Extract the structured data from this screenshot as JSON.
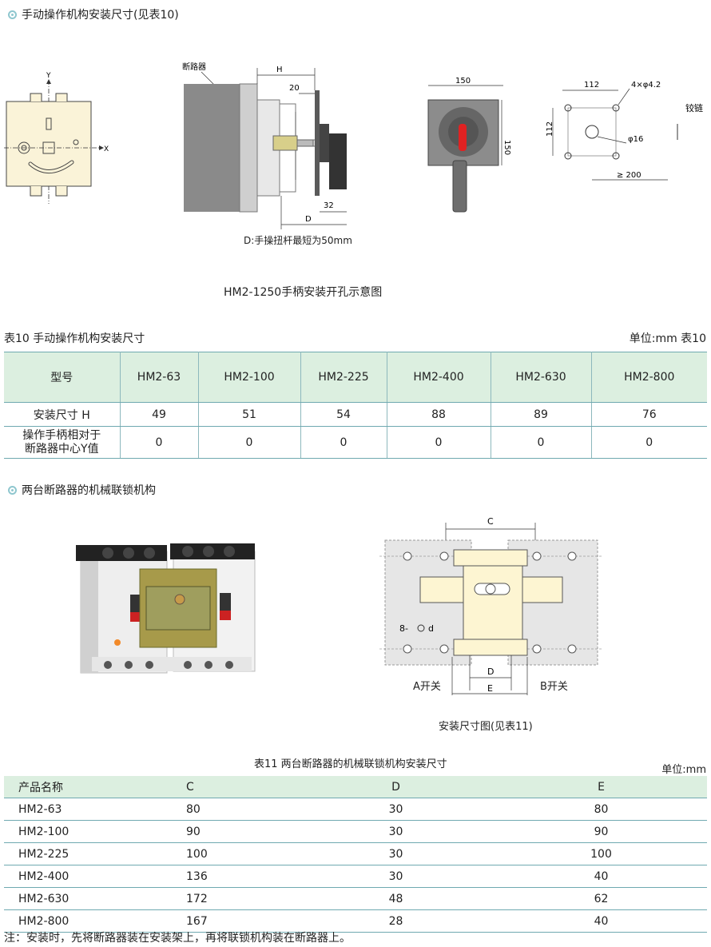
{
  "section1": {
    "title": "手动操作机构安装尺寸(见表10)"
  },
  "diagram1": {
    "label_breaker": "断路器",
    "label_h": "H",
    "label_20": "20",
    "label_32": "32",
    "label_d": "D",
    "note": "D:手操扭杆最短为50mm",
    "axis_x": "X",
    "axis_y": "Y",
    "dim_150_w": "150",
    "dim_150_h": "150",
    "dim_112_w": "112",
    "dim_112_h": "112",
    "holes": "4×φ4.2",
    "phi16": "φ16",
    "ge200": "≥ 200",
    "hinge": "铰链",
    "caption": "HM2-1250手柄安装开孔示意图"
  },
  "table10": {
    "title": "表10 手动操作机构安装尺寸",
    "unit": "单位:mm 表10",
    "header": [
      "型号",
      "HM2-63",
      "HM2-100",
      "HM2-225",
      "HM2-400",
      "HM2-630",
      "HM2-800"
    ],
    "rows": [
      [
        "安装尺寸 H",
        "49",
        "51",
        "54",
        "88",
        "89",
        "76"
      ],
      [
        "操作手柄相对于\n断路器中心Y值",
        "0",
        "0",
        "0",
        "0",
        "0",
        "0"
      ]
    ]
  },
  "section2": {
    "title": "两台断路器的机械联锁机构"
  },
  "diagram2": {
    "label_c": "C",
    "label_d": "D",
    "label_e": "E",
    "label_8d": "8-",
    "label_d_small": "d",
    "switch_a": "A开关",
    "switch_b": "B开关",
    "caption": "安装尺寸图(见表11)"
  },
  "table11": {
    "title": "表11 两台断路器的机械联锁机构安装尺寸",
    "unit": "单位:mm",
    "header": [
      "产品名称",
      "C",
      "D",
      "E"
    ],
    "rows": [
      [
        "HM2-63",
        "80",
        "30",
        "80"
      ],
      [
        "HM2-100",
        "90",
        "30",
        "90"
      ],
      [
        "HM2-225",
        "100",
        "30",
        "100"
      ],
      [
        "HM2-400",
        "136",
        "30",
        "40"
      ],
      [
        "HM2-630",
        "172",
        "48",
        "62"
      ],
      [
        "HM2-800",
        "167",
        "28",
        "40"
      ]
    ]
  },
  "footnote": "注：安装时，先将断路器装在安装架上，再将联锁机构装在断路器上。"
}
